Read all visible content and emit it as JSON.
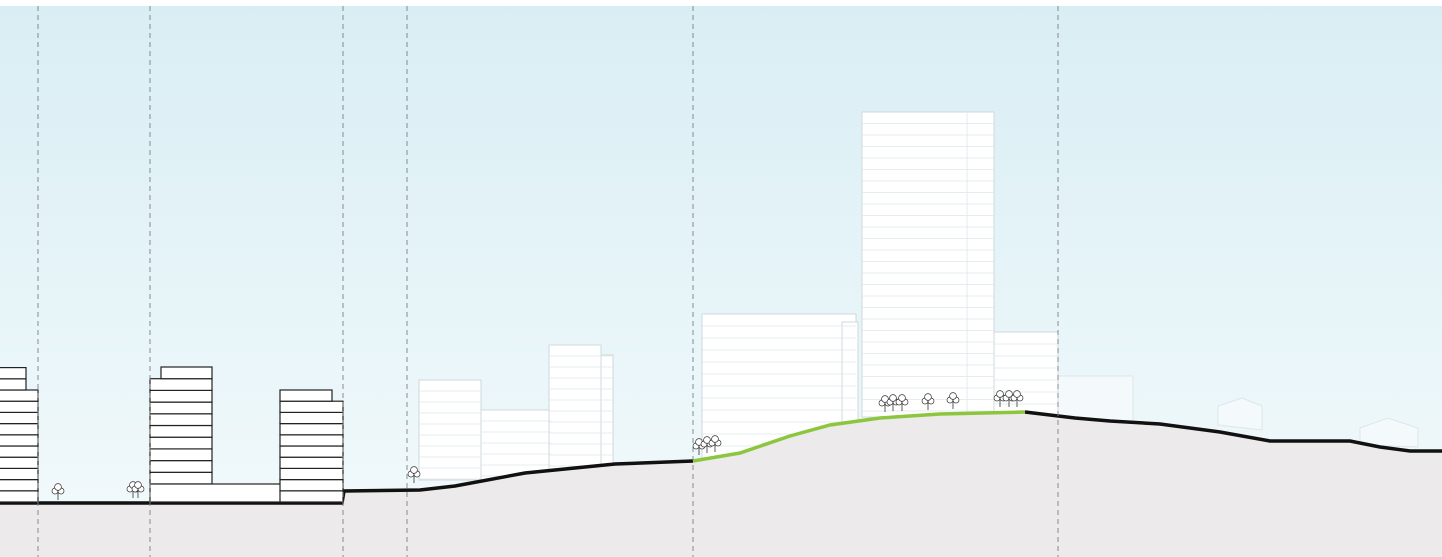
{
  "diagram": {
    "type": "urban-site-section",
    "labels": [],
    "colors": {
      "sky_top": "#d9eef4",
      "sky_bottom": "#f3fafc",
      "ground": "#eceaea",
      "ground_line": "#111111",
      "green_segment": "#8cc63f",
      "building_fill_dark_outline": "#ffffff",
      "building_stroke_dark": "#222222",
      "building_fill_light": "#ffffff",
      "building_stroke_light": "#cfd8dc",
      "guide_line": "#7f7f7f"
    },
    "elements": [
      "sky-background",
      "ground-mass",
      "ground-profile-line",
      "green-park-segment",
      "section-guide-lines",
      "foreground-buildings",
      "background-buildings",
      "tree-icons"
    ]
  }
}
